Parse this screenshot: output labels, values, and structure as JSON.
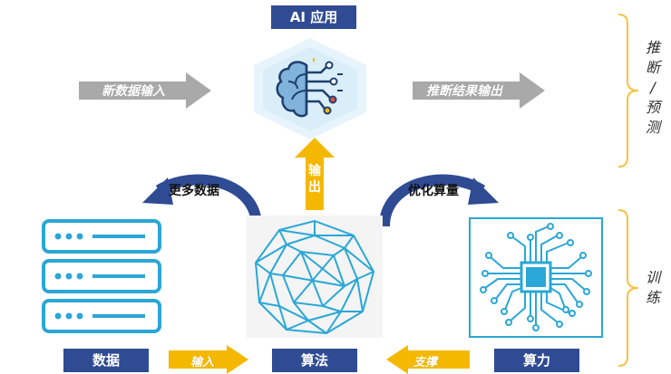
{
  "top_label": "AI 应用",
  "arrows": {
    "new_data_input": "新数据输入",
    "result_output": "推断结果输出",
    "output_vertical": "输出",
    "more_data": "更多数据",
    "optimize_compute": "优化算量",
    "input_bottom": "输入",
    "support_bottom": "支撑"
  },
  "bottom_labels": {
    "data": "数据",
    "algorithm": "算法",
    "compute": "算力"
  },
  "side_labels": {
    "inference_chars": [
      "推",
      "断",
      "/",
      "预",
      "测"
    ],
    "training_chars": [
      "训",
      "练"
    ]
  },
  "colors": {
    "label_bg": "#2f4b93",
    "accent_blue": "#2aa7d6",
    "arrow_gray": "#a9a9a9",
    "arrow_yellow": "#f5b800",
    "curve_blue": "#2f4b93",
    "bracket_yellow": "#f5c342"
  },
  "icons": {
    "brain": "brain-circuit-icon",
    "server": "server-rack-icon",
    "polyhedron": "geodesic-sphere-icon",
    "chip": "cpu-chip-icon"
  }
}
